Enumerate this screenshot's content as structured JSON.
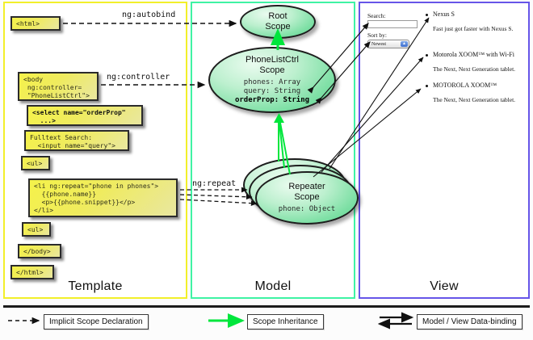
{
  "diagram": {
    "title": "AngularJS Scope / Template / Model / View data-binding diagram",
    "columns": [
      {
        "key": "template",
        "label": "Template",
        "border_color": "#f2ef2a"
      },
      {
        "key": "model",
        "label": "Model",
        "border_color": "#3ff3a4"
      },
      {
        "key": "view",
        "label": "View",
        "border_color": "#6655e8"
      }
    ],
    "template": {
      "boxes": [
        {
          "name": "html-open-tag",
          "text": "<html>",
          "bold": false
        },
        {
          "name": "body-open-tag",
          "text": "<body\n ng:controller=\n \"PhoneListCtrl\">",
          "bold": false
        },
        {
          "name": "select-tag",
          "text": "<select name=\"orderProp\"\n  ...>",
          "bold": true
        },
        {
          "name": "fulltext-search",
          "text": "Fulltext Search:\n  <input name=\"query\">",
          "bold": false
        },
        {
          "name": "ul-open-tag",
          "text": "<ul>",
          "bold": false
        },
        {
          "name": "li-repeat-tag",
          "text": "<li ng:repeat=\"phone in phones\">\n  {{phone.name}}\n  <p>{{phone.snippet}}</p>\n</li>",
          "bold": false
        },
        {
          "name": "ul-close-tag",
          "text": "<ul>",
          "bold": false
        },
        {
          "name": "body-close-tag",
          "text": "</body>",
          "bold": false
        },
        {
          "name": "html-close-tag",
          "text": "</html>",
          "bold": false
        }
      ]
    },
    "model": {
      "scopes": [
        {
          "name": "root-scope",
          "title_line1": "Root",
          "title_line2": "Scope",
          "props": ""
        },
        {
          "name": "phonelistctrl-scope",
          "title_line1": "PhoneListCtrl",
          "title_line2": "Scope",
          "props_plain": "phones: Array\nquery: String\n",
          "props_bold": "orderProp: String"
        },
        {
          "name": "repeater-scope",
          "title_line1": "Repeater",
          "title_line2": "Scope",
          "props": "phone: Object"
        }
      ]
    },
    "edges": {
      "ng_autobind": "ng:autobind",
      "ng_controller": "ng:controller",
      "ng_repeat": "ng:repeat"
    },
    "view": {
      "search_label": "Search:",
      "search_value": "",
      "sort_label": "Sort by:",
      "sort_selected": "Newest",
      "phones": [
        {
          "name": "Nexus S",
          "snippet": "Fast just got faster with Nexus S."
        },
        {
          "name": "Motorola XOOM™  with Wi-Fi",
          "snippet": "The Next, Next Generation tablet."
        },
        {
          "name": "MOTOROLA XOOM™",
          "snippet": "The Next, Next Generation tablet."
        }
      ]
    },
    "legend": [
      {
        "name": "implicit-scope-declaration",
        "label": "Implicit Scope Declaration",
        "style": "dashed-black"
      },
      {
        "name": "scope-inheritance",
        "label": "Scope Inheritance",
        "style": "solid-green"
      },
      {
        "name": "model-view-data-binding",
        "label": "Model / View Data-binding",
        "style": "double-black"
      }
    ],
    "colors": {
      "template_border": "#f2ef2a",
      "model_border": "#3ff3a4",
      "view_border": "#6655e8",
      "code_box": "#f0ec4f",
      "scope_fill": "#86e2ad",
      "inheritance_arrow": "#00e63c",
      "line": "#1c1c1c"
    }
  }
}
